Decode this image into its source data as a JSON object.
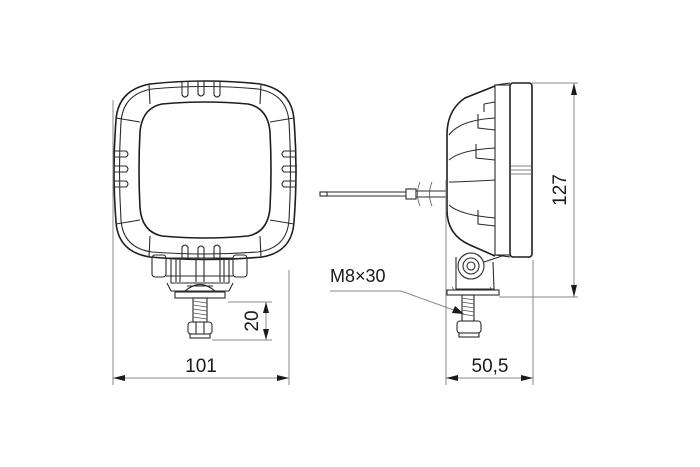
{
  "drawing": {
    "title": "Work lamp dimension drawing",
    "views": [
      {
        "name": "front-view",
        "description": "Square lamp housing with ribbed frame and mounting bracket"
      },
      {
        "name": "side-view",
        "description": "Side profile with heat-sink fins, cable and mounting bracket"
      }
    ]
  },
  "dimensions": {
    "width": {
      "label": "101",
      "unit": "mm"
    },
    "bolt_length": {
      "label": "20",
      "unit": "mm"
    },
    "height": {
      "label": "127",
      "unit": "mm"
    },
    "depth": {
      "label": "50,5",
      "unit": "mm"
    }
  },
  "callouts": {
    "bolt": {
      "label": "M8×30"
    }
  },
  "colors": {
    "line": "#2b2b2b",
    "extension_line": "#8a8a8a",
    "background": "#ffffff"
  }
}
